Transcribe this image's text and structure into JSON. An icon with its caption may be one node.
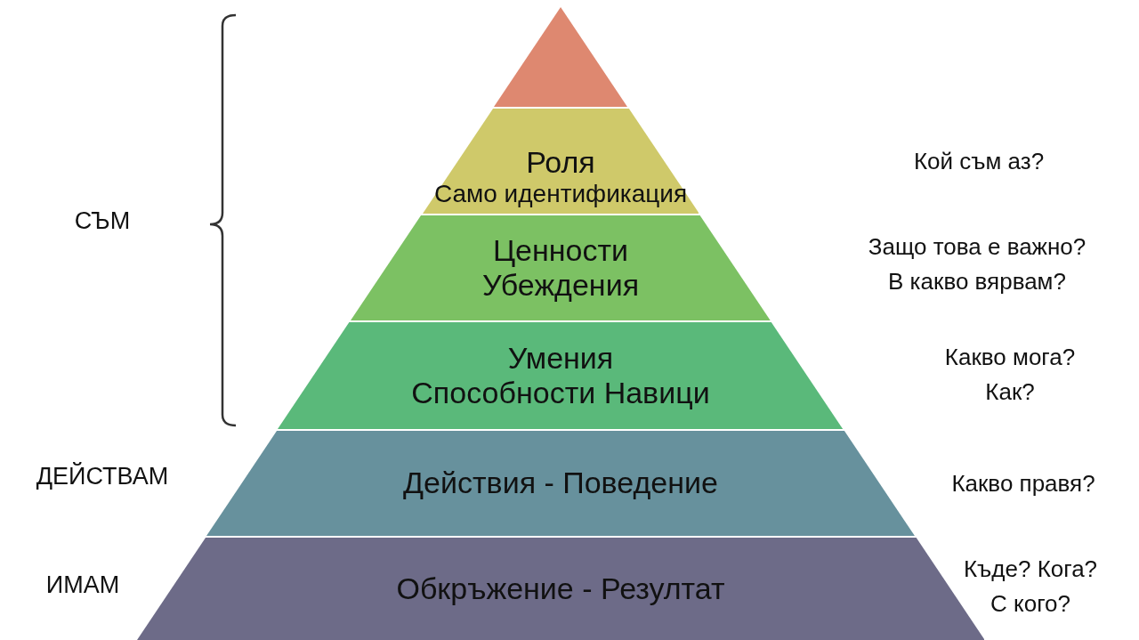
{
  "diagram": {
    "nodes": [
      {
        "text": [],
        "shape": "triangle"
      },
      {
        "text": [
          "Роля",
          "Само идентификация"
        ]
      },
      {
        "text": [
          "Ценности",
          "Убеждения"
        ],
        "beside": [
          "Защо това е важно?",
          "В какво вярвам?"
        ]
      },
      {
        "text": [
          "Умения",
          "Способности Навици"
        ],
        "beside": [
          "Какво мога?",
          "Как?"
        ]
      },
      {
        "text": [
          "Действия - Поведение"
        ],
        "beside": [
          "Какво правя?"
        ]
      },
      {
        "text": [
          "Обкръжение - Резултат"
        ],
        "beside": [
          "Къде? Кога?",
          "С кого?"
        ]
      }
    ],
    "edges": [],
    "labels": [
      "Кой съм аз?",
      "СЪМ",
      "ДЕЙСТВАМ",
      "ИМАМ"
    ]
  }
}
